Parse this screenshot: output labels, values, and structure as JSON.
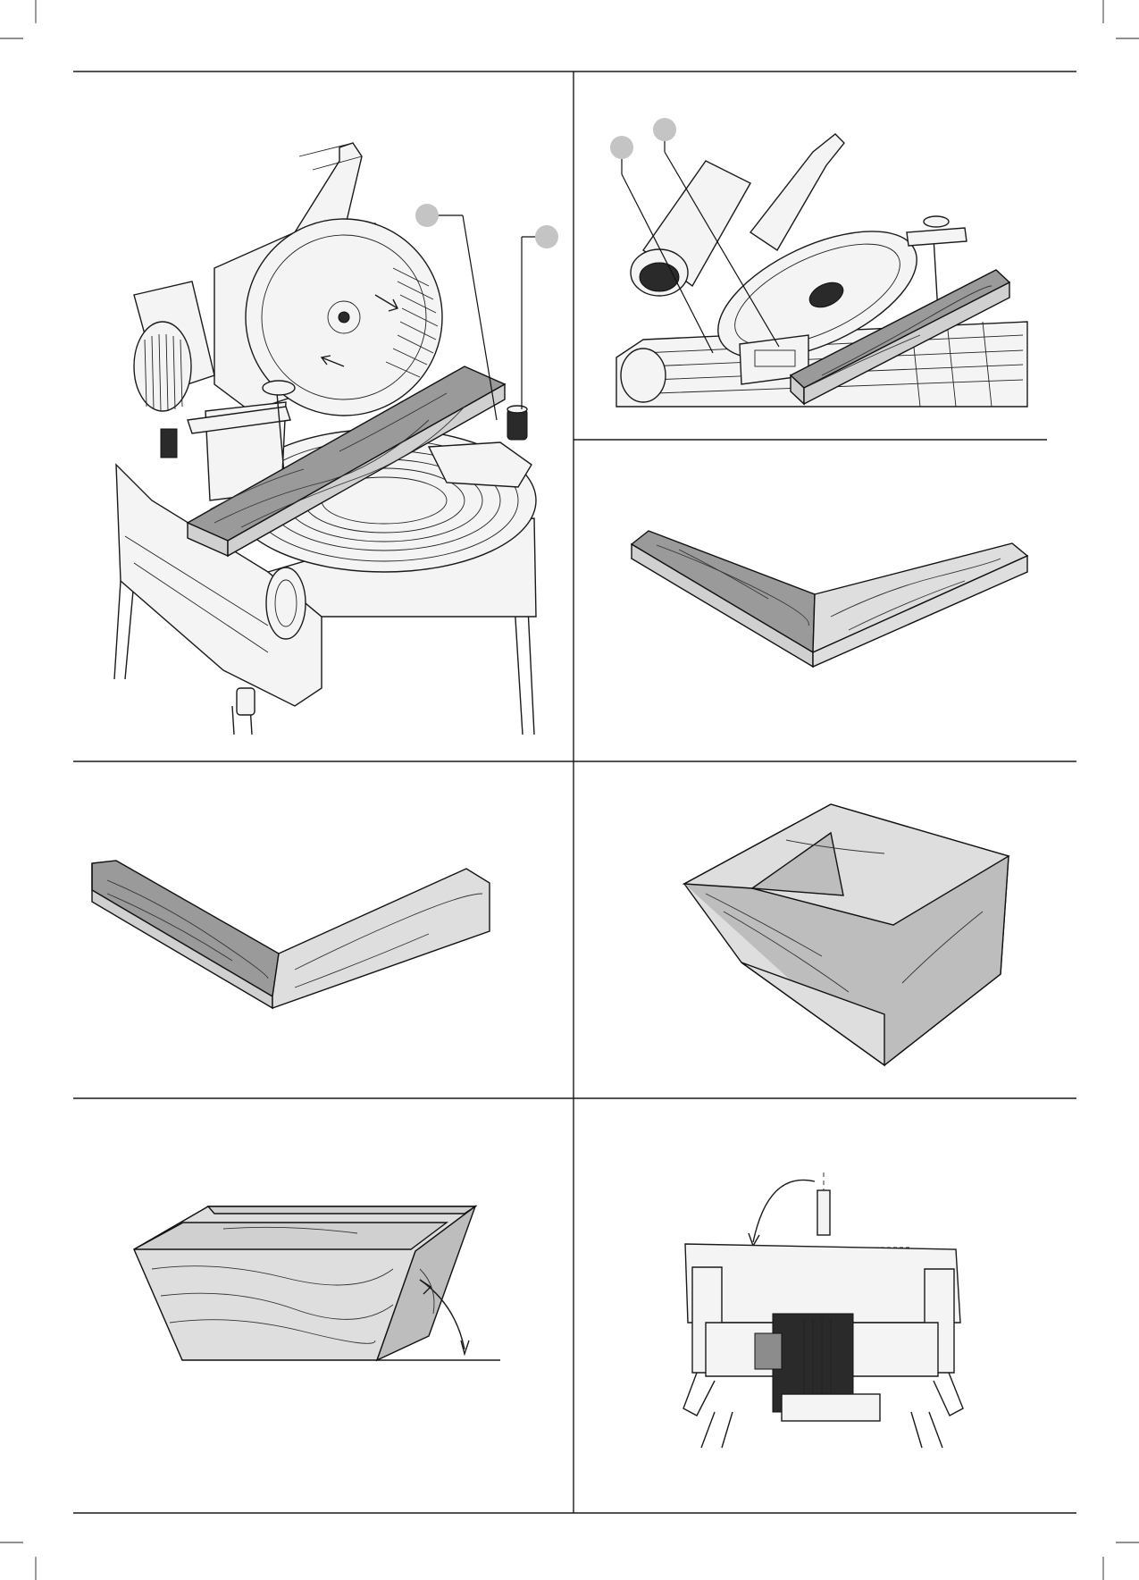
{
  "page": {
    "background": "#ffffff",
    "rule_color": "#1a1a1a",
    "callout_color": "#c4c4c4",
    "wood_dark": "#9a9a9a",
    "wood_light": "#dedede"
  },
  "figures": [
    {
      "id": "saw-clamped-board",
      "callouts": 2
    },
    {
      "id": "saw-bevel-tilted",
      "callouts": 2
    },
    {
      "id": "flat-miter-corner",
      "callouts": 0
    },
    {
      "id": "bevel-corner",
      "callouts": 0
    },
    {
      "id": "compound-box-top-view",
      "callouts": 0
    },
    {
      "id": "compound-box-side-angle",
      "callouts": 0
    },
    {
      "id": "saw-front-bevel-diagram",
      "callouts": 0
    }
  ]
}
